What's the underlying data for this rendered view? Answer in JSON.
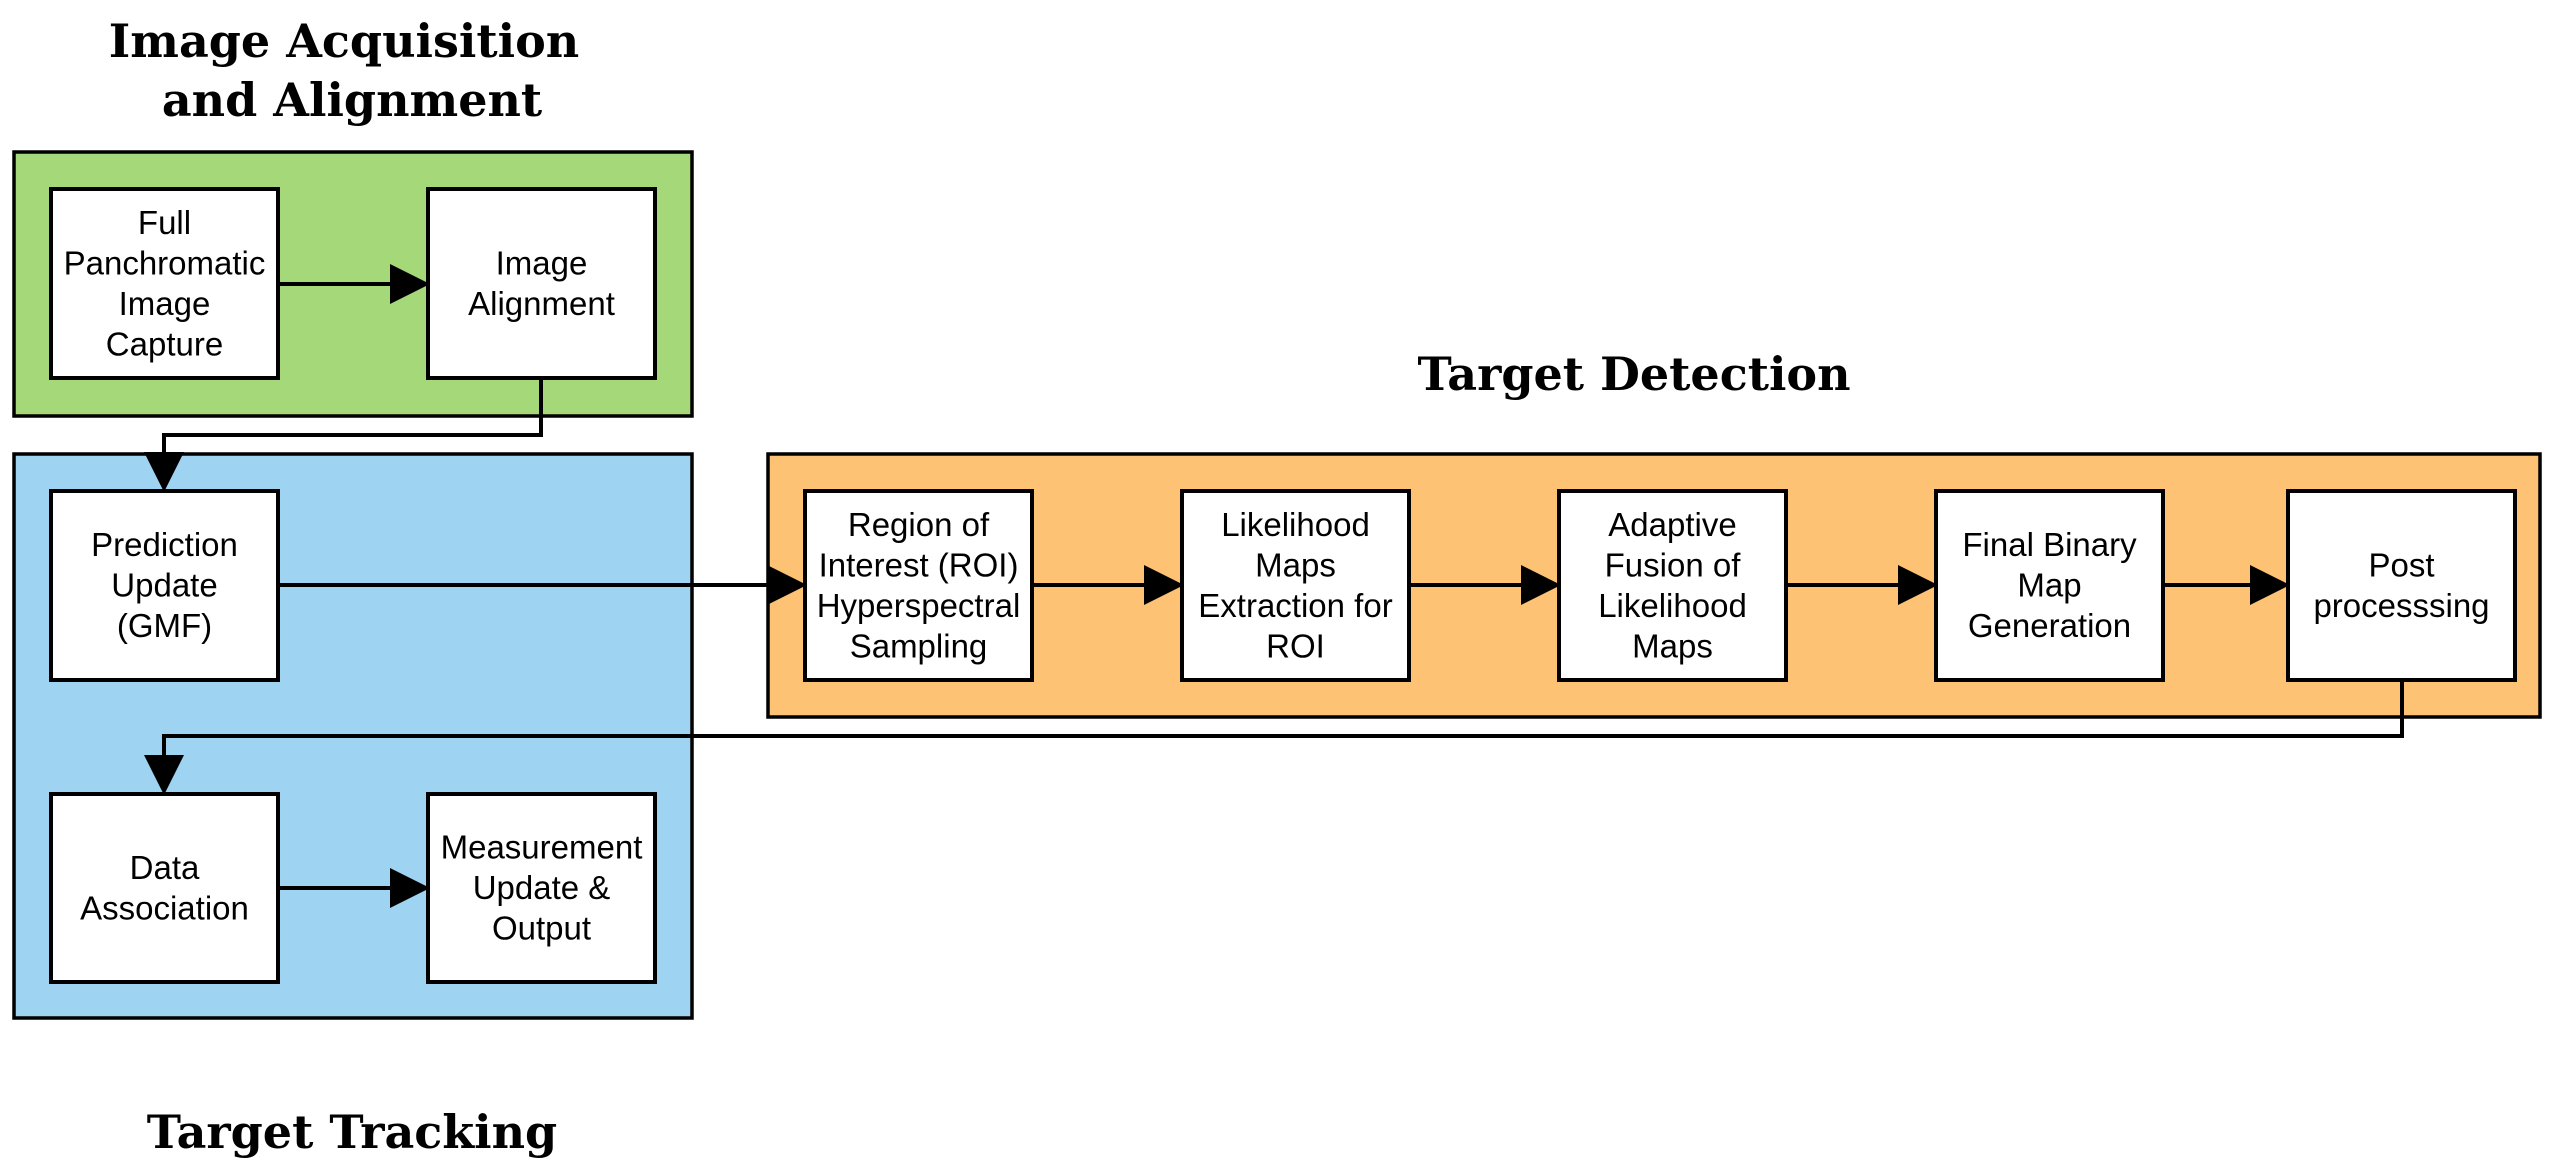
{
  "colors": {
    "acquisition_fill": "#a5d878",
    "tracking_fill": "#9ed3f2",
    "detection_fill": "#fec274",
    "box_fill": "#ffffff",
    "stroke": "#000000"
  },
  "groups": {
    "acquisition": {
      "title_lines": [
        "Image Acquisition",
        "and Alignment"
      ]
    },
    "tracking": {
      "title": "Target Tracking"
    },
    "detection": {
      "title": "Target Detection"
    }
  },
  "boxes": {
    "full_capture": {
      "lines": [
        "Full",
        "Panchromatic",
        "Image",
        "Capture"
      ]
    },
    "image_alignment": {
      "lines": [
        "Image",
        "Alignment"
      ]
    },
    "prediction_update": {
      "lines": [
        "Prediction",
        "Update",
        "(GMF)"
      ]
    },
    "data_association": {
      "lines": [
        "Data",
        "Association"
      ]
    },
    "measurement_update": {
      "lines": [
        "Measurement",
        "Update &",
        "Output"
      ]
    },
    "roi_sampling": {
      "lines": [
        "Region of",
        "Interest (ROI)",
        "Hyperspectral",
        "Sampling"
      ]
    },
    "likelihood_maps": {
      "lines": [
        "Likelihood",
        "Maps",
        "Extraction for",
        "ROI"
      ]
    },
    "adaptive_fusion": {
      "lines": [
        "Adaptive",
        "Fusion of",
        "Likelihood",
        "Maps"
      ]
    },
    "final_binary_map": {
      "lines": [
        "Final Binary",
        "Map",
        "Generation"
      ]
    },
    "post_processing": {
      "lines": [
        "Post",
        "processsing"
      ]
    }
  }
}
